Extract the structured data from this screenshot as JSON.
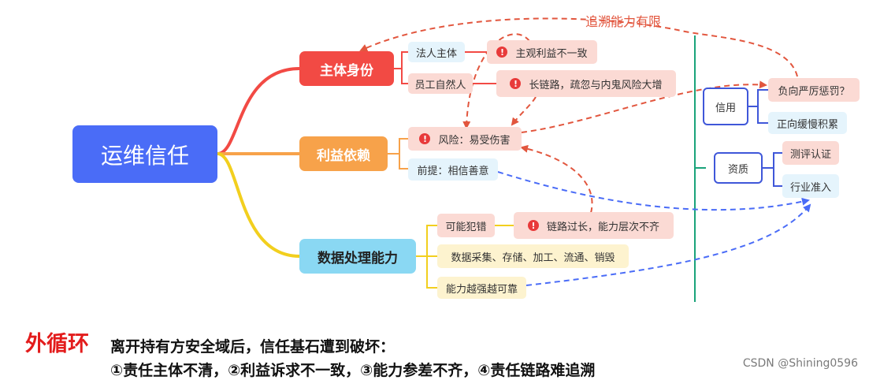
{
  "root": "运维信任",
  "branches": {
    "identity": {
      "label": "主体身份",
      "children": [
        {
          "label": "法人主体",
          "issue": "主观利益不一致"
        },
        {
          "label": "员工自然人",
          "issue": "长链路，疏忽与内鬼风险大增"
        }
      ]
    },
    "interest": {
      "label": "利益依赖",
      "risk": "风险：易受伤害",
      "premise": "前提：相信善意"
    },
    "capability": {
      "label": "数据处理能力",
      "children": [
        {
          "label": "可能犯错",
          "issue": "链路过长，能力层次不齐"
        },
        {
          "label": "数据采集、存储、加工、流通、销毁"
        },
        {
          "label": "能力越强越可靠"
        }
      ]
    }
  },
  "right_panel": {
    "credit": {
      "label": "信用",
      "children": [
        "负向严厉惩罚？",
        "正向缓慢积累"
      ]
    },
    "qualification": {
      "label": "资质",
      "children": [
        "测评认证",
        "行业准入"
      ]
    }
  },
  "annotation": "追溯能力有限",
  "outer_loop": {
    "title": "外循环",
    "line1": "离开持有方安全域后，信任基石遭到破坏：",
    "line2": "①责任主体不清，②利益诉求不一致，③能力参差不齐，④责任链路难追溯"
  },
  "watermark": "CSDN @Shining0596",
  "colors": {
    "root": "#4a6cf7",
    "identity": "#f24a44",
    "interest": "#f7a24a",
    "capability": "#8ad8f3",
    "dashed_red": "#e2563e",
    "dashed_blue": "#4a6cf7",
    "divider": "#1aa37a"
  }
}
